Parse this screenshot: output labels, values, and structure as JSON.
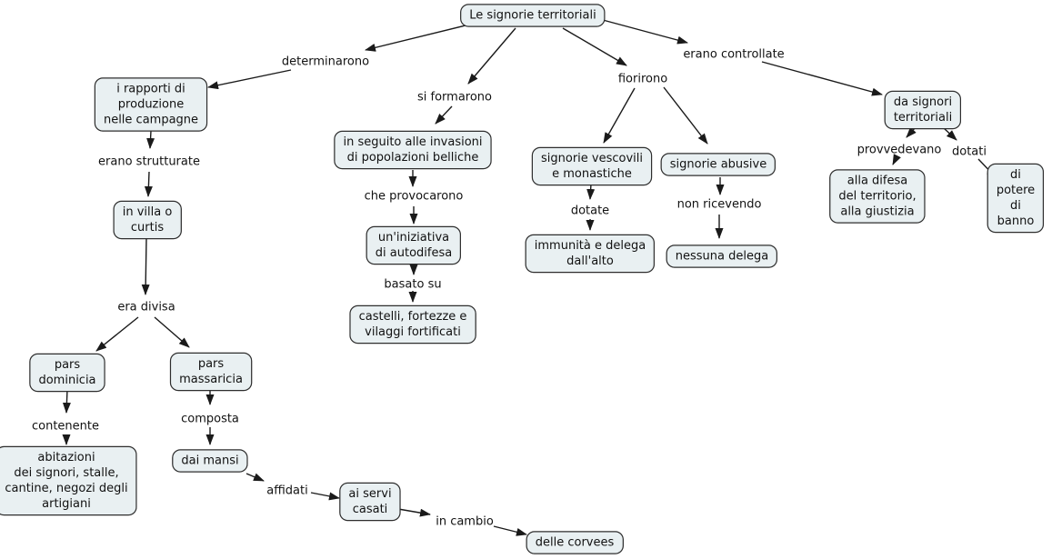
{
  "diagram": {
    "type": "concept-map",
    "language": "it",
    "root_concept": "Le signorie territoriali"
  },
  "colors": {
    "background": "#ffffff",
    "node_fill": "#e9f0f2",
    "node_border": "#2e2e2e",
    "line_color": "#1a1a1a",
    "text_color": "#111111"
  },
  "concepts": {
    "root": "Le signorie territoriali",
    "rapporti_produzione": "i rapporti di\nproduzione\nnelle campagne",
    "villa_curtis": "in villa o\ncurtis",
    "invasioni": "in seguito alle invasioni\ndi popolazioni belliche",
    "iniziativa_autodifesa": "un'iniziativa\ndi autodifesa",
    "castelli": "castelli, fortezze e\nvilaggi fortificati",
    "signorie_vescovili": "signorie vescovili\ne monastiche",
    "signorie_abusive": "signorie abusive",
    "immunita_delega": "immunità e delega\ndall'alto",
    "nessuna_delega": "nessuna delega",
    "da_signori_territoriali": "da signori\nterritoriali",
    "difesa_giustizia": "alla difesa\ndel territorio,\nalla giustizia",
    "potere_banno": "di potere\ndi banno",
    "pars_dominicia": "pars\ndominicia",
    "pars_massaricia": "pars\nmassaricia",
    "abitazioni": "abitazioni\ndei signori, stalle,\ncantine, negozi degli\nartigiani",
    "dai_mansi": "dai mansi",
    "servi_casati": "ai servi\ncasati",
    "delle_corvees": "delle corvees"
  },
  "linking_phrases": {
    "determinarono": "determinarono",
    "si_formarono": "si formarono",
    "fiorirono": "fiorirono",
    "erano_controllate": "erano controllate",
    "erano_strutturate": "erano strutturate",
    "che_provocarono": "che provocarono",
    "basato_su": "basato su",
    "dotate": "dotate",
    "non_ricevendo": "non ricevendo",
    "provvedevano": "provvedevano",
    "dotati": "dotati",
    "era_divisa": "era divisa",
    "contenente": "contenente",
    "composta": "composta",
    "affidati": "affidati",
    "in_cambio": "in cambio"
  }
}
